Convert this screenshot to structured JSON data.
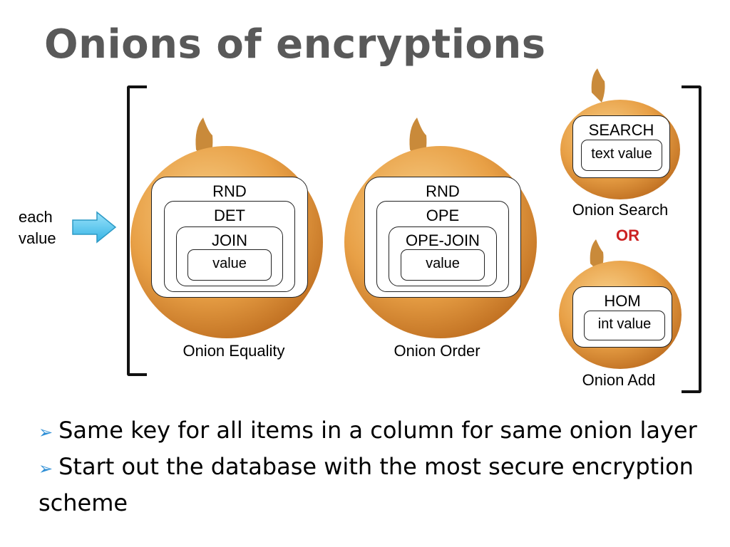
{
  "title": "Onions of encryptions",
  "input_label_line1": "each",
  "input_label_line2": "value",
  "onions": {
    "equality": {
      "layers": [
        "RND",
        "DET",
        "JOIN",
        "value"
      ],
      "caption": "Onion Equality"
    },
    "order": {
      "layers": [
        "RND",
        "OPE",
        "OPE-JOIN",
        "value"
      ],
      "caption": "Onion Order"
    },
    "search": {
      "layers": [
        "SEARCH",
        "text value"
      ],
      "caption": "Onion Search"
    },
    "add": {
      "layers": [
        "HOM",
        "int value"
      ],
      "caption": "Onion Add"
    }
  },
  "or_label": "OR",
  "bullets": [
    "Same key for all items in a column for same onion layer",
    "Start out the database with the most secure encryption scheme"
  ],
  "colors": {
    "title": "#595959",
    "or": "#cc2222",
    "bullet_arrow": "#2e8fd6",
    "onion_body": "#e8a046",
    "onion_shadow": "#c9761f",
    "arrow_fill": "#5cc7ee"
  },
  "icons": {
    "bullet": "arrow-bullet-icon",
    "input_arrow": "right-arrow-icon"
  }
}
